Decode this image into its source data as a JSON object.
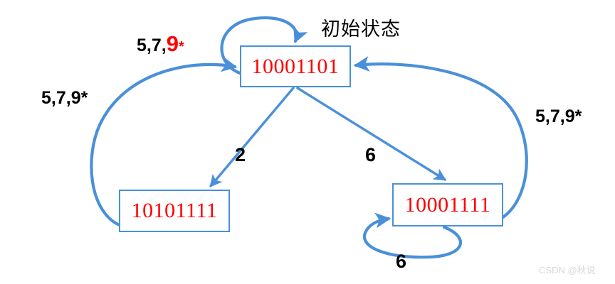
{
  "diagram": {
    "title_annotation": "初始状态",
    "watermark": "CSDN @秋说",
    "accent_color": "#4a90d9",
    "state_text_color": "#ff0000",
    "label_color": "#000000",
    "highlight_color": "#ff0000",
    "states": [
      {
        "id": "top",
        "label": "10001101",
        "role": "initial"
      },
      {
        "id": "left",
        "label": "10101111",
        "role": "normal"
      },
      {
        "id": "right",
        "label": "10001111",
        "role": "normal"
      }
    ],
    "transitions": [
      {
        "id": "loop-top",
        "from": "top",
        "to": "top",
        "label_prefix": "5,7,",
        "label_digit": "9",
        "label_star": "*",
        "digit_highlighted": true
      },
      {
        "id": "top-to-left",
        "from": "top",
        "to": "left",
        "label": "2"
      },
      {
        "id": "top-to-right",
        "from": "top",
        "to": "right",
        "label": "6"
      },
      {
        "id": "left-to-top",
        "from": "left",
        "to": "top",
        "label": "5,7,9*"
      },
      {
        "id": "right-to-top",
        "from": "right",
        "to": "top",
        "label": "5,7,9*"
      },
      {
        "id": "loop-right",
        "from": "right",
        "to": "right",
        "label": "6"
      }
    ]
  }
}
